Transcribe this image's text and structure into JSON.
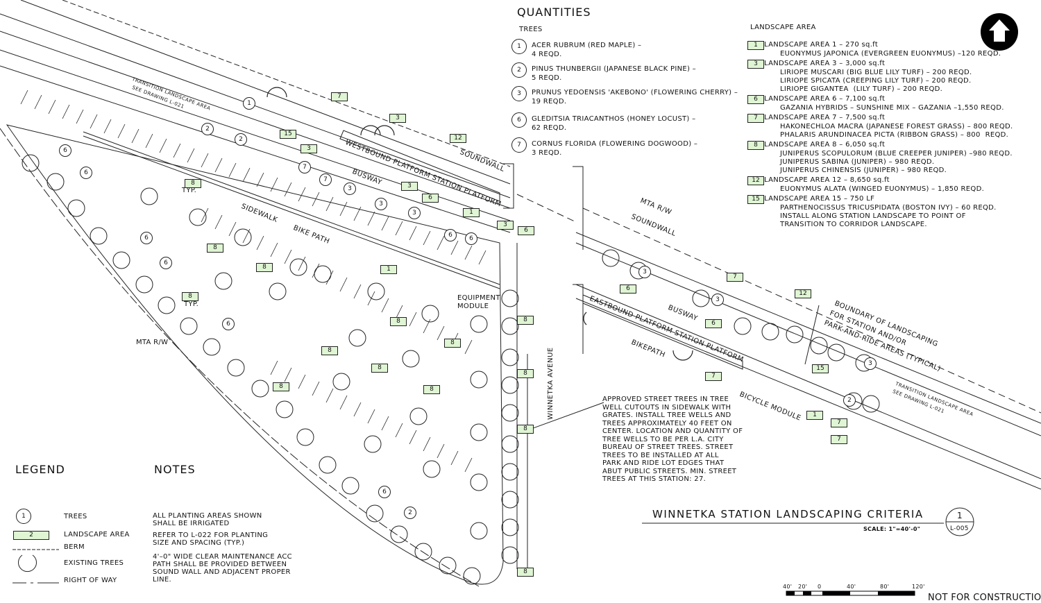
{
  "quantities": {
    "title": "QUANTITIES",
    "trees_header": "TREES",
    "trees": [
      {
        "id": "1",
        "line1": "ACER RUBRUM (RED MAPLE) –",
        "line2": "4 REQD."
      },
      {
        "id": "2",
        "line1": "PINUS THUNBERGII (JAPANESE BLACK PINE) –",
        "line2": "5 REQD."
      },
      {
        "id": "3",
        "line1": "PRUNUS YEDOENSIS 'AKEBONO' (FLOWERING CHERRY) –",
        "line2": "19 REQD."
      },
      {
        "id": "6",
        "line1": "GLEDITSIA TRIACANTHOS (HONEY LOCUST) –",
        "line2": "62 REQD."
      },
      {
        "id": "7",
        "line1": "CORNUS FLORIDA (FLOWERING DOGWOOD) –",
        "line2": "3 REQD."
      }
    ],
    "landscape_header": "LANDSCAPE AREA",
    "areas": [
      {
        "id": "1",
        "title": "LANDSCAPE AREA 1 – 270 sq.ft",
        "items": [
          "EUONYMUS JAPONICA (EVERGREEN EUONYMUS) –120 REQD."
        ]
      },
      {
        "id": "3",
        "title": "LANDSCAPE AREA 3 – 3,000 sq.ft",
        "items": [
          "LIRIOPE MUSCARI (BIG BLUE LILY TURF) – 200 REQD.",
          "LIRIOPE SPICATA (CREEPING LILY TURF) – 200 REQD.",
          "LIRIOPE GIGANTEA  (LILY TURF) – 200 REQD."
        ]
      },
      {
        "id": "6",
        "title": "LANDSCAPE AREA 6 – 7,100 sq.ft",
        "items": [
          "GAZANIA HYBRIDS – SUNSHINE MIX – GAZANIA –1,550 REQD."
        ]
      },
      {
        "id": "7",
        "title": "LANDSCAPE AREA 7 – 7,500 sq.ft",
        "items": [
          "HAKONECHLOA MACRA (JAPANESE FOREST GRASS) – 800 REQD.",
          "PHALARIS ARUNDINACEA PICTA (RIBBON GRASS) – 800  REQD."
        ]
      },
      {
        "id": "8",
        "title": "LANDSCAPE AREA 8 – 6,050 sq.ft",
        "items": [
          "JUNIPERUS SCOPULORUM (BLUE CREEPER JUNIPER) –980 REQD.",
          "JUNIPERUS SABINA (JUNIPER) – 980 REQD.",
          "JUNIPERUS CHINENSIS (JUNIPER) – 980 REQD."
        ]
      },
      {
        "id": "12",
        "title": "LANDSCAPE AREA 12 – 8,650 sq.ft",
        "items": [
          "EUONYMUS ALATA (WINGED EUONYMUS) – 1,850 REQD."
        ]
      },
      {
        "id": "15",
        "title": "LANDSCAPE AREA 15 – 750 LF",
        "items": [
          "PARTHENOCISSUS TRICUSPIDATA (BOSTON IVY) – 60 REQD.",
          "INSTALL ALONG STATION LANDSCAPE TO POINT OF",
          "TRANSITION TO CORRIDOR LANDSCAPE."
        ]
      }
    ]
  },
  "legend": {
    "title": "LEGEND",
    "trees_sym": "1",
    "trees": "TREES",
    "area_sym": "2",
    "area": "LANDSCAPE AREA",
    "berm": "BERM",
    "existing": "EXISTING TREES",
    "row": "RIGHT OF WAY"
  },
  "notes": {
    "title": "NOTES",
    "items": [
      [
        "ALL PLANTING AREAS SHOWN",
        "SHALL BE IRRIGATED"
      ],
      [
        "REFER TO L-022 FOR PLANTING",
        "SIZE AND SPACING (TYP.)"
      ],
      [
        "4'–0\" WIDE CLEAR MAINTENANCE ACC",
        "PATH SHALL BE PROVIDED BETWEEN",
        "SOUND WALL AND ADJACENT PROPER",
        "LINE."
      ]
    ]
  },
  "street_note": [
    "APPROVED STREET TREES IN TREE",
    "WELL CUTOUTS IN SIDEWALK WITH",
    "GRATES. INSTALL TREE WELLS AND",
    "TREES APPROXIMATELY 40 FEET ON",
    "CENTER. LOCATION AND QUANTITY OF",
    "TREE WELLS TO BE PER L.A. CITY",
    "BUREAU OF STREET TREES. STREET",
    "TREES TO BE INSTALLED AT ALL",
    "PARK AND RIDE LOT EDGES THAT",
    "ABUT PUBLIC STREETS. MIN. STREET",
    "TREES AT THIS STATION: 27."
  ],
  "title_block": {
    "title": "WINNETKA STATION LANDSCAPING CRITERIA",
    "scale": "SCALE: 1\"=40'-0\"",
    "detail": "1",
    "sheet": "L-005",
    "scale_bar": [
      "40'",
      "20'",
      "0",
      "40'",
      "80'",
      "120'"
    ],
    "stamp": "NOT FOR CONSTRUCTION"
  },
  "plan_labels": {
    "transition_w": "TRANSITION LANDSCAPE AREA",
    "see_w": "SEE DRAWING L-021",
    "westbound": "WESTBOUND PLATFORM STATION PLATFORM",
    "soundwall_w": "SOUNDWALL",
    "busway_w": "BUSWAY",
    "sidewalk": "SIDEWALK",
    "bikepath": "BIKE PATH",
    "typ1": "TYP.",
    "typ2": "TYP.",
    "equipment": "EQUIPMENT\nMODULE",
    "mta_row_w": "MTA R/W",
    "winnetka": "WINNETKA AVENUE",
    "mta_row_e": "MTA R/W",
    "soundwall_e": "SOUNDWALL",
    "busway_e": "BUSWAY",
    "eastbound": "EASTBOUND PLATFORM STATION PLATFORM",
    "bikepath_e": "BIKEPATH",
    "bicycle": "BICYCLE MODULE",
    "boundary": [
      "BOUNDARY OF LANDSCAPING",
      "FOR STATION AND/OR",
      "PARK-AND-RIDE AREAS (TYPICAL)"
    ],
    "transition_e": "TRANSITION LANDSCAPE AREA",
    "see_e": "SEE DRAWING L-021"
  },
  "area_tags": [
    "7",
    "3",
    "15",
    "3",
    "12",
    "3",
    "6",
    "1",
    "3",
    "6",
    "8",
    "8",
    "8",
    "8",
    "1",
    "8",
    "8",
    "8",
    "8",
    "8",
    "8",
    "8",
    "8",
    "8",
    "8",
    "7",
    "6",
    "12",
    "6",
    "15",
    "7",
    "1",
    "7",
    "7"
  ],
  "tree_tags": [
    "1",
    "2",
    "2",
    "6",
    "6",
    "6",
    "6",
    "3",
    "3",
    "3",
    "7",
    "7",
    "3",
    "3",
    "3",
    "6",
    "6",
    "6",
    "6",
    "2",
    "2"
  ]
}
